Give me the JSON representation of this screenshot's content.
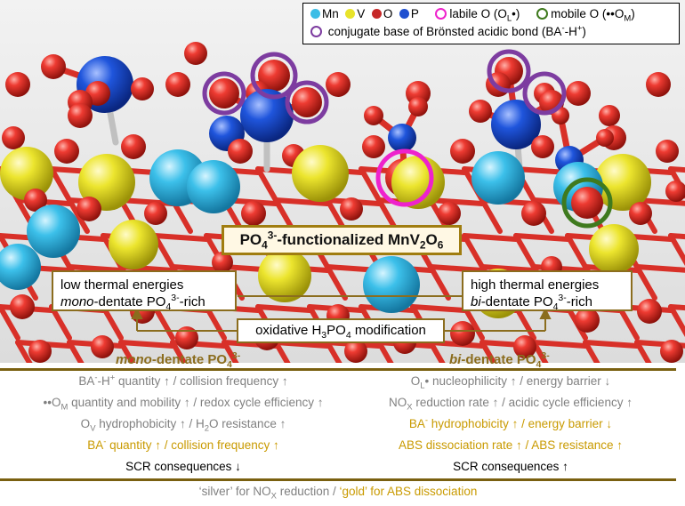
{
  "legend": {
    "mn": "Mn",
    "v": "V",
    "o": "O",
    "p": "P",
    "labile": "labile O (O",
    "labile_sub": "L",
    "labile_end": "•)",
    "mobile": "mobile O (••O",
    "mobile_sub": "M",
    "mobile_end": ")",
    "conjugate": "conjugate base of Brönsted acidic bond (BA",
    "conjugate_mid": "-H",
    "conjugate_end": ")",
    "sup_minus": "-",
    "sup_plus": "+"
  },
  "colors": {
    "mn": "#3cbde6",
    "v": "#e8e32a",
    "o": "#e53935",
    "p": "#1e4fd0",
    "labile_ring": "#ee22cc",
    "mobile_ring": "#3f7a1e",
    "conjugate_ring": "#7d3ca0",
    "gold": "#c99a00",
    "border": "#8b6d1e"
  },
  "scene": {
    "main_label_a": "PO",
    "main_label_sub": "4",
    "main_label_sup": "3-",
    "main_label_b": "-functionalized MnV",
    "main_label_sub2": "2",
    "main_label_c": "O",
    "main_label_sub3": "6",
    "left_box_line1": "low thermal energies",
    "left_box_mono": "mono",
    "left_box_line2": "-dentate PO",
    "left_box_sub": "4",
    "left_box_sup": "3-",
    "left_box_rich": "-rich",
    "right_box_line1": "high thermal energies",
    "right_box_bi": "bi",
    "right_box_line2": "-dentate PO",
    "right_box_sub": "4",
    "right_box_sup": "3-",
    "right_box_rich": "-rich",
    "oxidative_a": "oxidative H",
    "oxidative_sub1": "3",
    "oxidative_b": "PO",
    "oxidative_sub2": "4",
    "oxidative_c": " modification"
  },
  "table": {
    "left_head_it": "mono",
    "left_head": "-dentate PO",
    "left_head_sub": "4",
    "left_head_sup": "3-",
    "right_head_it": "bi",
    "right_head": "-dentate PO",
    "right_head_sub": "4",
    "right_head_sup": "3-",
    "left_rows": [
      {
        "a": "BA",
        "sup": "-",
        "b": "-H",
        "sup2": "+",
        "c": " quantity ↑ / collision frequency ↑"
      },
      {
        "a": "••O",
        "sub": "M",
        "b": " quantity and mobility ↑ / redox cycle efficiency ↑"
      },
      {
        "a": "O",
        "sub": "V",
        "b": " hydrophobicity ↑ / H",
        "sub2": "2",
        "c": "O resistance ↑"
      },
      {
        "a": "BA",
        "sup": "-",
        "b": " quantity ↑ / collision frequency ↑"
      },
      {
        "a": "SCR consequences ↓"
      }
    ],
    "right_rows": [
      {
        "a": "O",
        "sub": "L",
        "b": "• nucleophilicity ↑ / energy barrier ↓"
      },
      {
        "a": "NO",
        "sub": "X",
        "b": " reduction rate ↑ / acidic cycle efficiency ↑"
      },
      {
        "a": "BA",
        "sup": "-",
        "b": " hydrophobicity ↑ / energy barrier ↓"
      },
      {
        "a": "ABS dissociation rate ↑ / ABS resistance ↑"
      },
      {
        "a": "SCR consequences ↑"
      }
    ],
    "footer_a": "‘silver’ for NO",
    "footer_sub": "X",
    "footer_b": " reduction / ",
    "footer_c": "‘gold’ for ABS dissociation"
  }
}
